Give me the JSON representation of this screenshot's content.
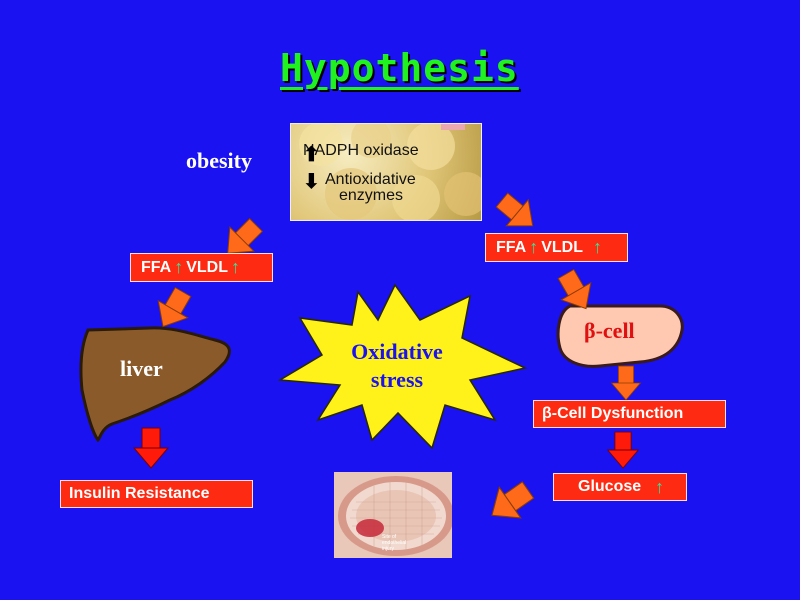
{
  "title": "Hypothesis",
  "obesity_label": "obesity",
  "photo": {
    "nadph_arrow": "up-arrow-icon",
    "nadph_text": "NADPH oxidase",
    "antiox_arrow": "down-arrow-icon",
    "antiox_line1": "Antioxidative",
    "antiox_line2": "enzymes"
  },
  "ffa_left": {
    "ffa": "FFA",
    "vldl": "VLDL",
    "arrow": "↑"
  },
  "ffa_right": {
    "ffa": "FFA",
    "vldl": "VLDL",
    "arrow": "↑"
  },
  "liver_label": "liver",
  "beta_cell_label": "β-cell",
  "oxidative_stress": {
    "line1": "Oxidative",
    "line2": "stress"
  },
  "insulin_resistance": "Insulin Resistance",
  "beta_cell_dysfunction": "β-Cell Dysfunction",
  "glucose": {
    "label": "Glucose",
    "arrow": "↑"
  },
  "endothelial_image_text": [
    "Site of",
    "endothelial",
    "injury"
  ],
  "colors": {
    "background": "#1a12f0",
    "title": "#1ff21f",
    "box": "#ff2a12",
    "arrow_orange": "#ff6a1a",
    "arrow_red": "#ff1a0a",
    "liver": "#8a5a2b",
    "beta_cell": "#ffc9b1",
    "starburst": "#fff21a",
    "up_arrow": "#2fe89a"
  }
}
